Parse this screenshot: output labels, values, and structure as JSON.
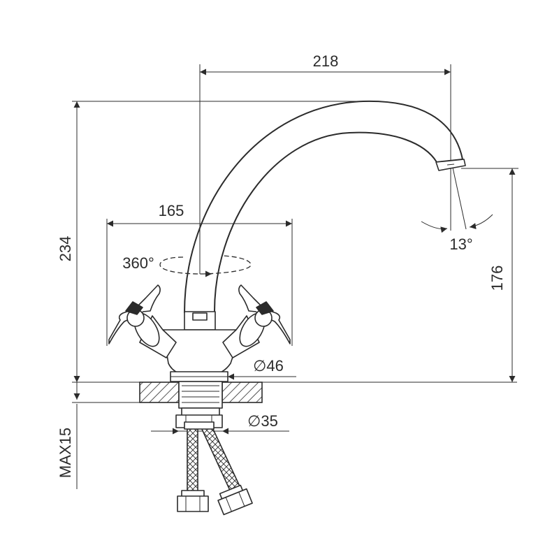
{
  "dimensions": {
    "spout_reach": "218",
    "handle_span": "165",
    "total_height": "234",
    "spout_height": "176",
    "swivel_angle": "360°",
    "aerator_tilt": "13°",
    "base_diameter": "∅46",
    "mounting_hole_diameter": "∅35",
    "max_counter_thickness": "MAX15"
  }
}
